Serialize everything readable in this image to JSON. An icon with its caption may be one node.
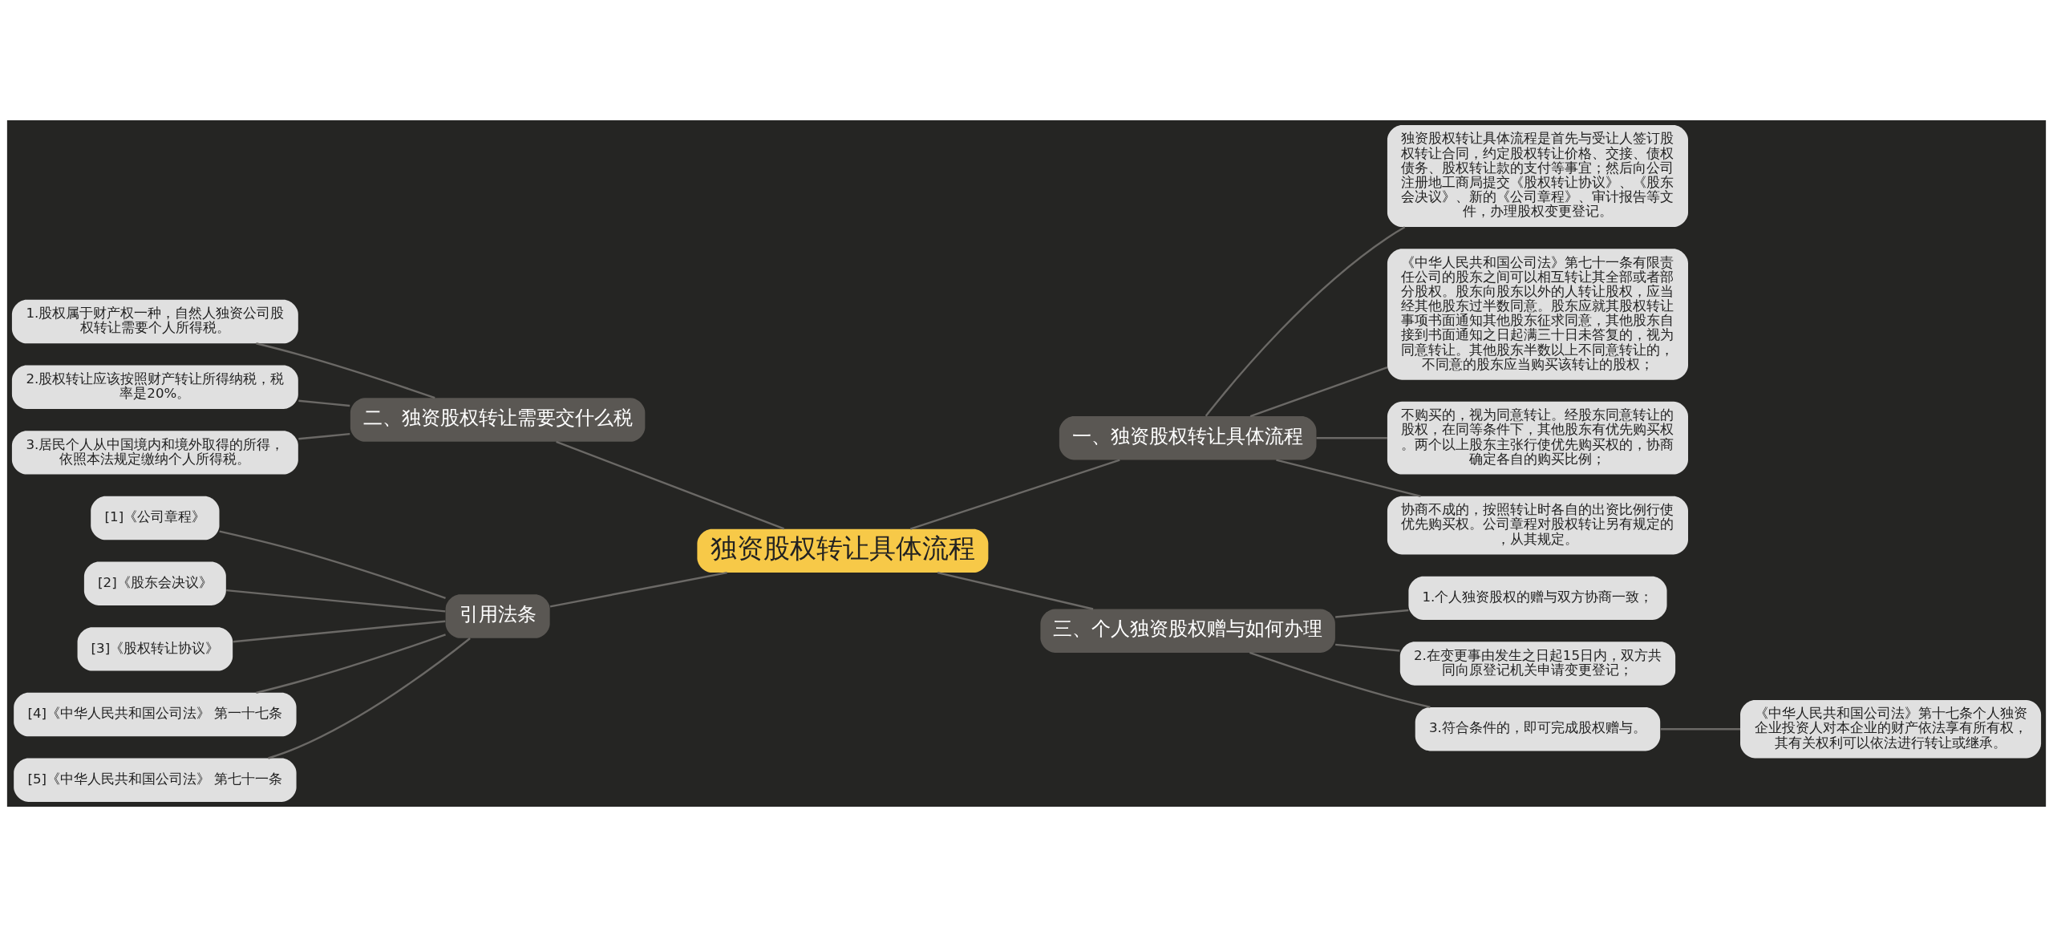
{
  "diagram": {
    "nodes": [
      {
        "text": [
          "独资股权转让具体流程"
        ]
      },
      {
        "text": [
          "一、独资股权转让具体流程"
        ]
      },
      {
        "text": [
          "独资股权转让具体流程是首先与受让人签订股权转让合同，约定股权转让价格、交接、债权债务、股权转让款的支付等事宜；然后向公司注册地工商局提交《股权转让协议》、《股东会决议》、新的《公司章程》、审计报告等文件，办理股权变更登记。"
        ]
      },
      {
        "text": [
          "《中华人民共和国公司法》第七十一条有限责任公司的股东之间可以相互转让其全部或者部分股权。股东向股东以外的人转让股权，应当经其他股东过半数同意。股东应就其股权转让事项书面通知其他股东征求同意，其他股东自接到书面通知之日起满三十日未答复的，视为同意转让。其他股东半数以上不同意转让的，不同意的股东应当购买该转让的股权；"
        ]
      },
      {
        "text": [
          "不购买的，视为同意转让。经股东同意转让的股权，在同等条件下，其他股东有优先购买权。两个以上股东主张行使优先购买权的，协商确定各自的购买比例；"
        ]
      },
      {
        "text": [
          "协商不成的，按照转让时各自的出资比例行使优先购买权。公司章程对股权转让另有规定的，从其规定。"
        ]
      },
      {
        "text": [
          "二、独资股权转让需要交什么税"
        ]
      },
      {
        "text": [
          "1.股权属于财产权一种，自然人独资公司股权转让需要个人所得税。"
        ]
      },
      {
        "text": [
          "2.股权转让应该按照财产转让所得纳税，税率是20%。"
        ]
      },
      {
        "text": [
          "3.居民个人从中国境内和境外取得的所得，依照本法规定缴纳个人所得税。"
        ]
      },
      {
        "text": [
          "三、个人独资股权赠与如何办理"
        ]
      },
      {
        "text": [
          "1.个人独资股权的赠与双方协商一致；"
        ]
      },
      {
        "text": [
          "2.在变更事由发生之日起15日内，双方共同向原登记机关申请变更登记；"
        ]
      },
      {
        "text": [
          "3.符合条件的，即可完成股权赠与。"
        ]
      },
      {
        "text": [
          "《中华人民共和国公司法》第十七条个人独资企业投资人对本企业的财产依法享有所有权，其有关权利可以依法进行转让或继承。"
        ]
      },
      {
        "text": [
          "引用法条"
        ]
      },
      {
        "text": [
          "[1]《公司章程》"
        ]
      },
      {
        "text": [
          "[2]《股东会决议》"
        ]
      },
      {
        "text": [
          "[3]《股权转让协议》"
        ]
      },
      {
        "text": [
          "[4]《中华人民共和国公司法》 第一十七条"
        ]
      },
      {
        "text": [
          "[5]《中华人民共和国公司法》 第七十一条"
        ]
      }
    ],
    "edges": [
      {
        "from": 0,
        "to": 1,
        "arrow": "none"
      },
      {
        "from": 1,
        "to": 2,
        "arrow": "none"
      },
      {
        "from": 1,
        "to": 3,
        "arrow": "none"
      },
      {
        "from": 1,
        "to": 4,
        "arrow": "none"
      },
      {
        "from": 1,
        "to": 5,
        "arrow": "none"
      },
      {
        "from": 6,
        "to": 0,
        "arrow": "none"
      },
      {
        "from": 7,
        "to": 6,
        "arrow": "none"
      },
      {
        "from": 8,
        "to": 6,
        "arrow": "none"
      },
      {
        "from": 9,
        "to": 6,
        "arrow": "none"
      },
      {
        "from": 0,
        "to": 10,
        "arrow": "none"
      },
      {
        "from": 10,
        "to": 11,
        "arrow": "none"
      },
      {
        "from": 10,
        "to": 12,
        "arrow": "none"
      },
      {
        "from": 10,
        "to": 13,
        "arrow": "none"
      },
      {
        "from": 13,
        "to": 14,
        "arrow": "none"
      },
      {
        "from": 15,
        "to": 0,
        "arrow": "none"
      },
      {
        "from": 16,
        "to": 15,
        "arrow": "none"
      },
      {
        "from": 17,
        "to": 15,
        "arrow": "none"
      },
      {
        "from": 18,
        "to": 15,
        "arrow": "none"
      },
      {
        "from": 19,
        "to": 15,
        "arrow": "none"
      },
      {
        "from": 20,
        "to": 15,
        "arrow": "none"
      }
    ]
  }
}
